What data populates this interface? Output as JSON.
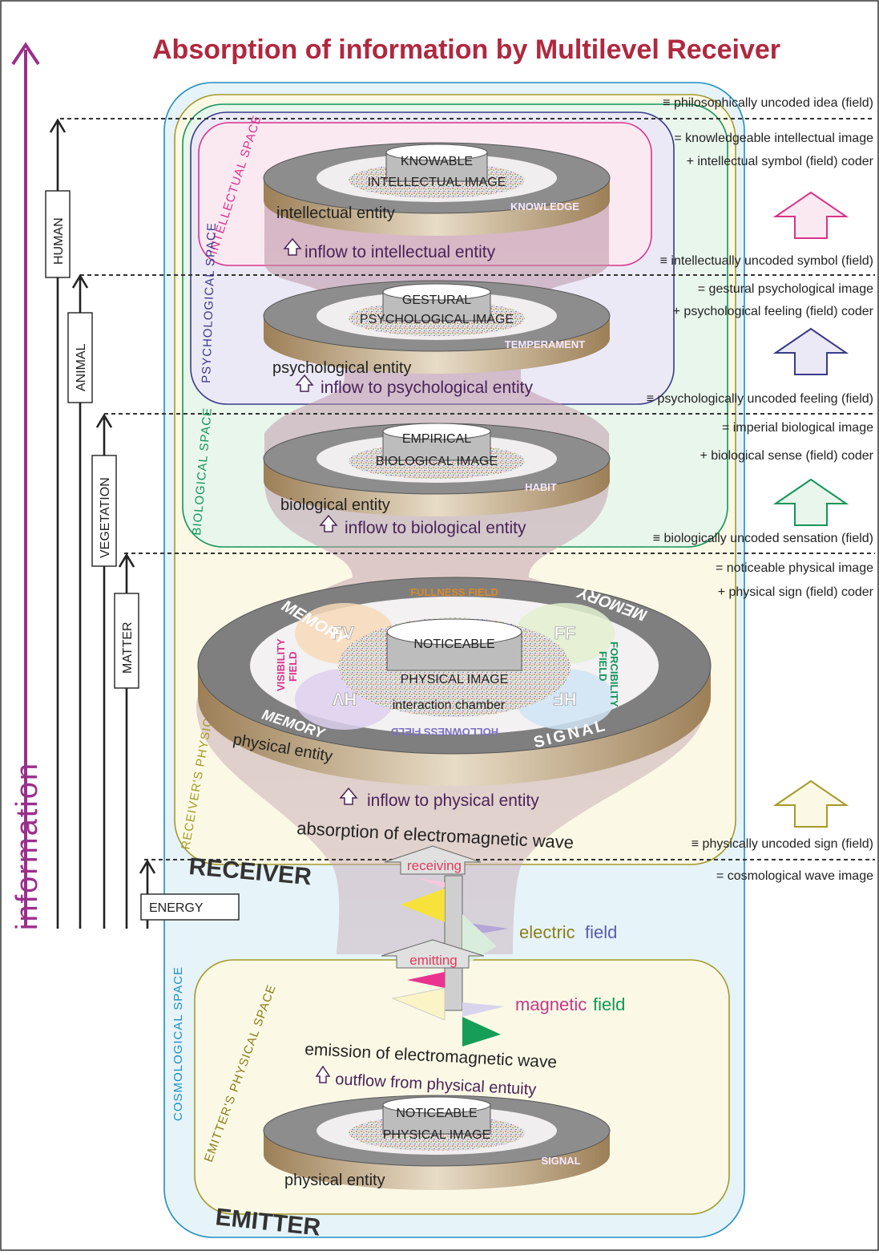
{
  "title": "Absorption of information by Multilevel Receiver",
  "axis_label": "information",
  "levels": {
    "human": "HUMAN",
    "animal": "ANIMAL",
    "vegetation": "VEGETATION",
    "matter": "MATTER",
    "energy": "ENERGY"
  },
  "right_labels": [
    "≡ philosophically uncoded idea (field)",
    "= knowledgeable intellectual  image",
    "+ intellectual symbol (field) coder",
    "≡ intellectually uncoded symbol (field)",
    "= gestural psychological image",
    "+ psychological feeling (field) coder",
    "≡ psychologically uncoded feeling (field)",
    "= imperial biological image",
    "+ biological sense (field) coder",
    "≡ biologically uncoded sensation (field)",
    "= noticeable physical image",
    "+ physical sign (field) coder",
    "≡ physically uncoded sign (field)",
    "= cosmological wave image"
  ],
  "spaces": {
    "intellectual": "INTELLECTUAL SPACE",
    "psychological": "PSYCHOLOGICAL SPACE",
    "biological": "BIOLOGICAL SPACE",
    "receiver_physical": "RECEIVER'S PHYSICAL SPACE",
    "cosmological": "COSMOLOGICAL SPACE",
    "emitter_physical": "EMITTER'S PHYSICAL SPACE"
  },
  "entities": {
    "intellectual": {
      "top": "KNOWABLE",
      "image": "INTELLECTUAL IMAGE",
      "ring": "KNOWLEDGE",
      "name": "intellectual entity",
      "inflow": "inflow to intellectual entity"
    },
    "psychological": {
      "top": "GESTURAL",
      "image": "PSYCHOLOGICAL IMAGE",
      "ring": "TEMPERAMENT",
      "name": "psychological entity",
      "inflow": "inflow to psychological entity"
    },
    "biological": {
      "top": "EMPIRICAL",
      "image": "BIOLOGICAL IMAGE",
      "ring": "HABIT",
      "name": "biological entity",
      "inflow": "inflow to biological entity"
    },
    "physical": {
      "top": "NOTICEABLE",
      "image": "PHYSICAL IMAGE",
      "name": "physical entity",
      "inflow": "inflow to physical entity",
      "absorption": "absorption of electromagnetic wave",
      "memory": "MEMORY",
      "signal": "SIGNAL",
      "fullness": "FULLNESS FIELD",
      "hollowness": "HOLLOWNESS FIELD",
      "visibility": [
        "VISIBILITY",
        "FIELD"
      ],
      "forcibility": [
        "FORCIBILITY",
        "FIELD"
      ],
      "chamber": "interaction chamber",
      "quadrants": [
        "FV",
        "FF",
        "HV",
        "HF"
      ]
    },
    "emitter": {
      "top": "NOTICEABLE",
      "image": "PHYSICAL IMAGE",
      "ring": "SIGNAL",
      "name": "physical entity"
    }
  },
  "receiver": "RECEIVER",
  "emitter": "EMITTER",
  "receiving": "receiving",
  "emitting": "emitting",
  "electric_field": [
    "electric",
    "field"
  ],
  "magnetic_field": [
    "magnetic",
    "field"
  ],
  "emission": "emission of electromagnetic wave",
  "outflow": "outflow from physical entuity",
  "colors": {
    "title": "#b0283f",
    "information": "#9b2f8c",
    "intellectual": "#d8338a",
    "psychological": "#3a3a8c",
    "biological": "#14955a",
    "physical": "#a59a2a",
    "cosmological": "#1f8fc0",
    "ring_top": "#8a8a8a",
    "ring_side": "#b59a74",
    "funnel": "#c9a6b0"
  }
}
